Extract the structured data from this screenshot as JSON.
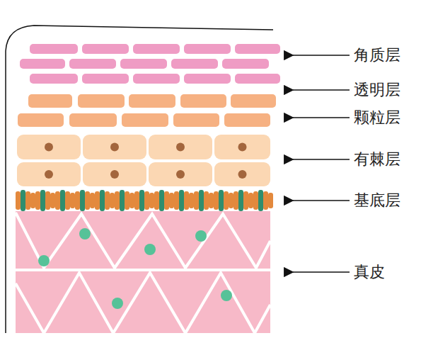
{
  "diagram": {
    "labels": [
      "角质层",
      "透明层",
      "颗粒层",
      "有棘层",
      "基底层",
      "真皮"
    ]
  }
}
